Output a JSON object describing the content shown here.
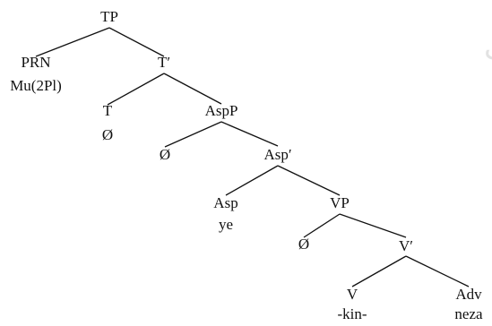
{
  "watermark": {
    "text": "ل جامع علوم انسانی"
  },
  "tree": {
    "nodes": [
      {
        "id": "tp",
        "label": "TP"
      },
      {
        "id": "prn",
        "label": "PRN"
      },
      {
        "id": "mu2pl",
        "label": "Mu(2Pl)"
      },
      {
        "id": "tbar",
        "label": "T′"
      },
      {
        "id": "t",
        "label": "T"
      },
      {
        "id": "t_null",
        "label": "Ø"
      },
      {
        "id": "aspp",
        "label": "AspP"
      },
      {
        "id": "aspp_null",
        "label": "Ø"
      },
      {
        "id": "aspbar",
        "label": "Asp′"
      },
      {
        "id": "asp",
        "label": "Asp"
      },
      {
        "id": "ye",
        "label": "ye"
      },
      {
        "id": "vp",
        "label": "VP"
      },
      {
        "id": "vp_null",
        "label": "Ø"
      },
      {
        "id": "vbar",
        "label": "V′"
      },
      {
        "id": "v",
        "label": "V"
      },
      {
        "id": "kin",
        "label": "-kin-"
      },
      {
        "id": "adv",
        "label": "Adv"
      },
      {
        "id": "neza",
        "label": "neza"
      }
    ],
    "edges": [
      [
        "tp",
        "prn"
      ],
      [
        "tp",
        "tbar"
      ],
      [
        "tbar",
        "t"
      ],
      [
        "tbar",
        "aspp"
      ],
      [
        "aspp",
        "aspp_null"
      ],
      [
        "aspp",
        "aspbar"
      ],
      [
        "aspbar",
        "asp"
      ],
      [
        "aspbar",
        "vp"
      ],
      [
        "vp",
        "vp_null"
      ],
      [
        "vp",
        "vbar"
      ],
      [
        "vbar",
        "v"
      ],
      [
        "vbar",
        "adv"
      ]
    ]
  }
}
